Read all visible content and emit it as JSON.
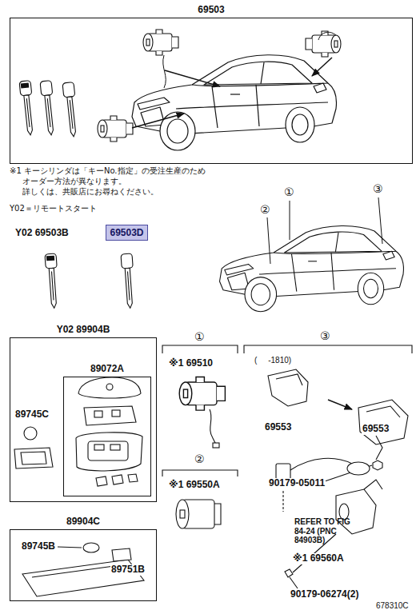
{
  "diagram": {
    "nodes": [
      {
        "text": [
          "69503"
        ]
      },
      {
        "text": [
          "69503D"
        ]
      },
      {
        "text": [
          "Y02 89904B"
        ]
      },
      {
        "text": [
          "89072A"
        ],
        "in": 2
      },
      {
        "text": [
          "89904C"
        ]
      }
    ],
    "labels": [
      "※1 キーシリンダは「キーNo.指定」の受注生産のため",
      "オーダー方法が異なります。",
      "詳しくは、共販店にお尋ねください。",
      "Y02＝リモートスタート",
      "①",
      "②",
      "③",
      "Y02 69503B",
      "89745C",
      "①",
      "※1 69510",
      "②",
      "※1 69550A",
      "③",
      "(     -1810)",
      "69553",
      "69553",
      "90179-05011",
      "REFER TO FIG 84-24 (PNC 84903B)",
      "※1 69560A",
      "90179-06274(2)",
      "89745B",
      "89751B",
      "678310C"
    ]
  }
}
